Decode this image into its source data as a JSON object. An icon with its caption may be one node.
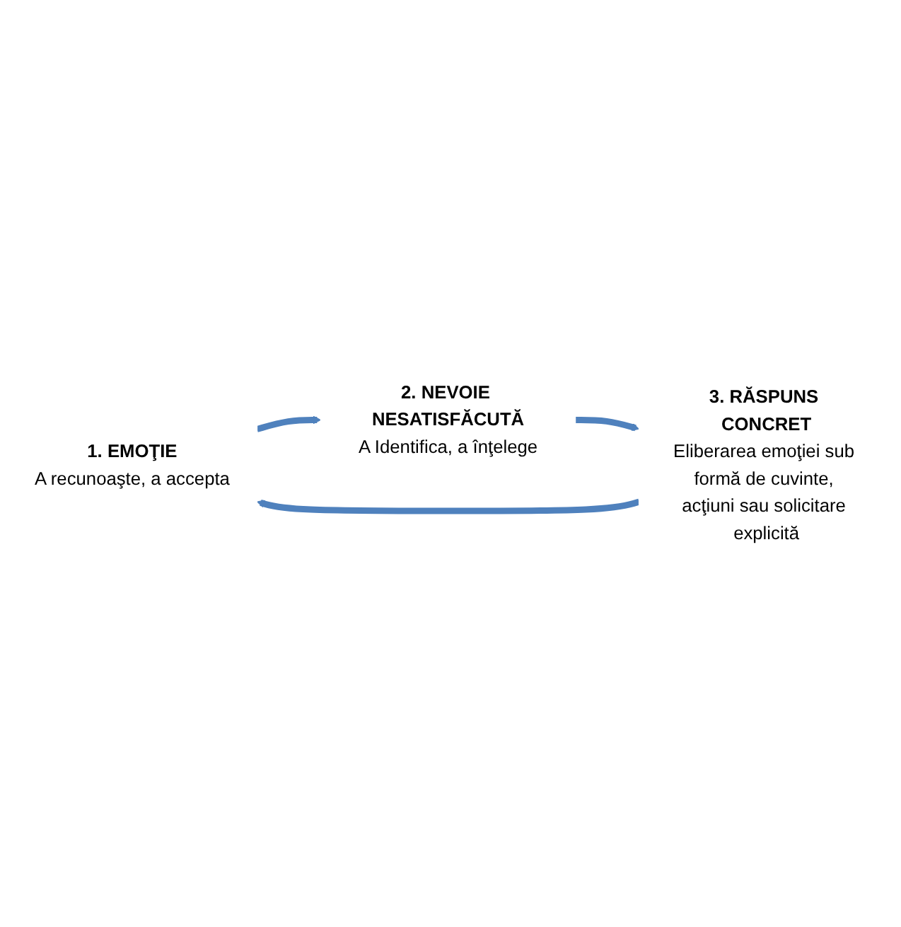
{
  "diagram": {
    "nodes": [
      {
        "text": [
          "1. EMOŢIE",
          "A recunoaşte, a accepta"
        ]
      },
      {
        "text": [
          "2. NEVOIE NESATISFĂCUTĂ",
          "A Identifica, a înţelege"
        ]
      },
      {
        "text": [
          "3. RĂSPUNS CONCRET",
          "Eliberarea emoţiei sub formă de cuvinte, acţiuni sau solicitare explicită"
        ]
      }
    ],
    "edges": [
      {
        "from": 0,
        "to": 1,
        "arrow": "to"
      },
      {
        "from": 1,
        "to": 2,
        "arrow": "to"
      },
      {
        "from": 2,
        "to": 0,
        "arrow": "to"
      }
    ]
  }
}
